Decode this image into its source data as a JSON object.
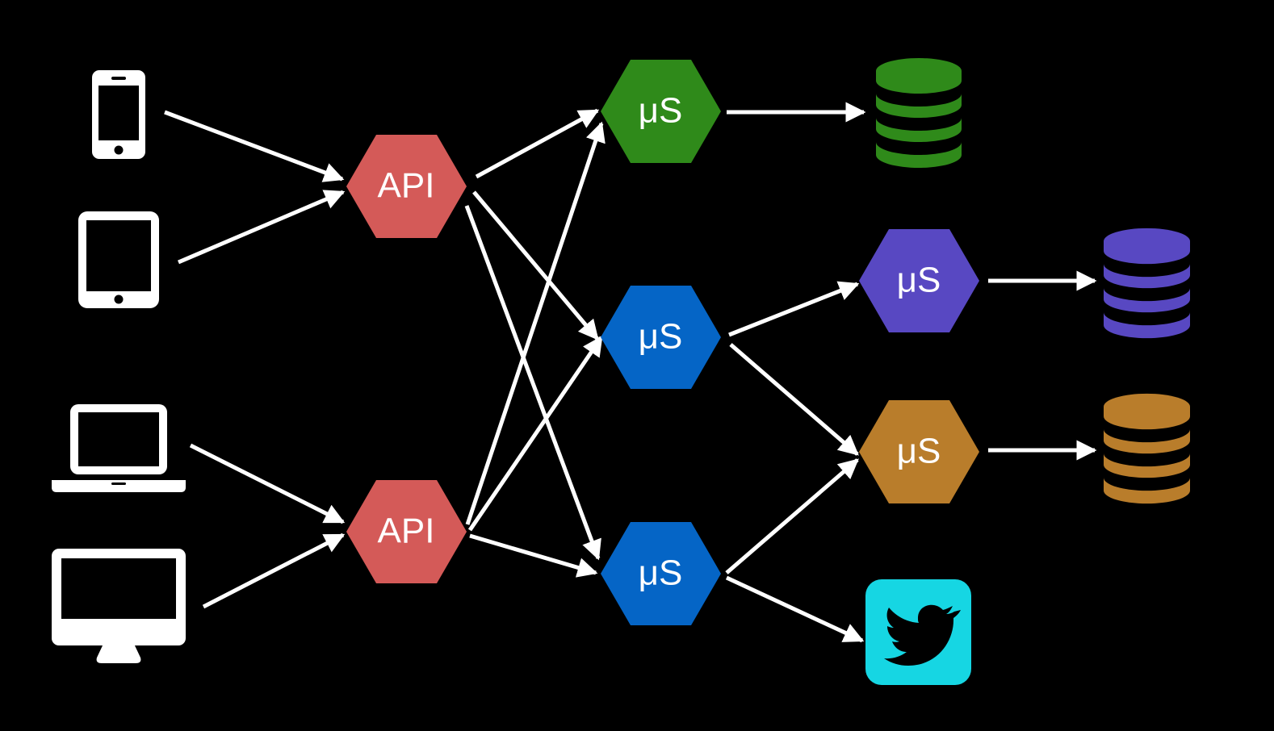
{
  "diagram": {
    "background": "#000000",
    "line_color": "#ffffff",
    "clients": [
      {
        "id": "phone",
        "icon": "smartphone-icon"
      },
      {
        "id": "tablet",
        "icon": "tablet-icon"
      },
      {
        "id": "laptop",
        "icon": "laptop-icon"
      },
      {
        "id": "desktop",
        "icon": "desktop-monitor-icon"
      }
    ],
    "gateways": [
      {
        "id": "api1",
        "label": "API",
        "color": "#d45a58"
      },
      {
        "id": "api2",
        "label": "API",
        "color": "#d45a58"
      }
    ],
    "services": [
      {
        "id": "svc-green",
        "label": "μS",
        "color": "#2f8a1a"
      },
      {
        "id": "svc-blue-1",
        "label": "μS",
        "color": "#0565c6"
      },
      {
        "id": "svc-blue-2",
        "label": "μS",
        "color": "#0565c6"
      },
      {
        "id": "svc-purple",
        "label": "μS",
        "color": "#5848c2"
      },
      {
        "id": "svc-orange",
        "label": "μS",
        "color": "#b97d2b"
      }
    ],
    "databases": [
      {
        "id": "db-green",
        "color": "#2f8a1a",
        "icon": "database-icon"
      },
      {
        "id": "db-purple",
        "color": "#5848c2",
        "icon": "database-icon"
      },
      {
        "id": "db-orange",
        "color": "#b97d2b",
        "icon": "database-icon"
      }
    ],
    "external": {
      "id": "twitter",
      "color": "#16d6e3",
      "icon": "twitter-bird-icon"
    }
  }
}
